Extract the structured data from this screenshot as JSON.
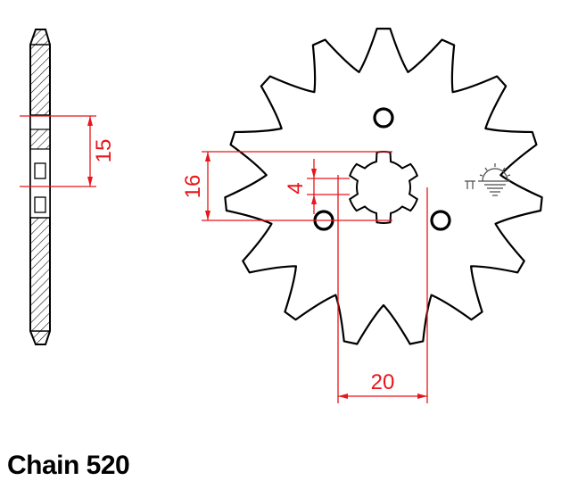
{
  "chain_label": "Chain 520",
  "dimensions": {
    "thickness": "15",
    "spline_outer": "16",
    "spline_tooth": "4",
    "bolt_spacing": "20"
  },
  "sprocket": {
    "teeth": 15,
    "bolt_holes": 3,
    "spline_teeth": 6
  },
  "colors": {
    "outline": "#000000",
    "dimension": "#e8151b",
    "symbol": "#4a4a4a"
  },
  "icons": {
    "hub_symbol": "sun-horizon-icon"
  }
}
